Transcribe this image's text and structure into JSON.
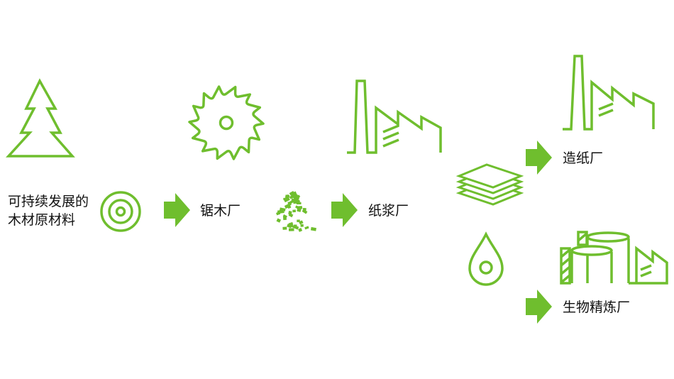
{
  "colors": {
    "accent": "#6fbe2e",
    "text": "#111111",
    "background": "#ffffff"
  },
  "icons": [
    "tree-icon",
    "saw-blade-icon",
    "pulp-mill-factory-icon",
    "paper-mill-factory-icon",
    "log-rings-icon",
    "arrow-right-icon",
    "wood-chips-icon",
    "paper-stack-icon",
    "droplet-icon",
    "biorefinery-icon"
  ],
  "labels": {
    "raw_material_line1": "可持续发展的",
    "raw_material_line2": "木材原材料",
    "sawmill": "锯木厂",
    "pulp_mill": "纸浆厂",
    "paper_mill": "造纸厂",
    "biorefinery": "生物精炼厂"
  }
}
